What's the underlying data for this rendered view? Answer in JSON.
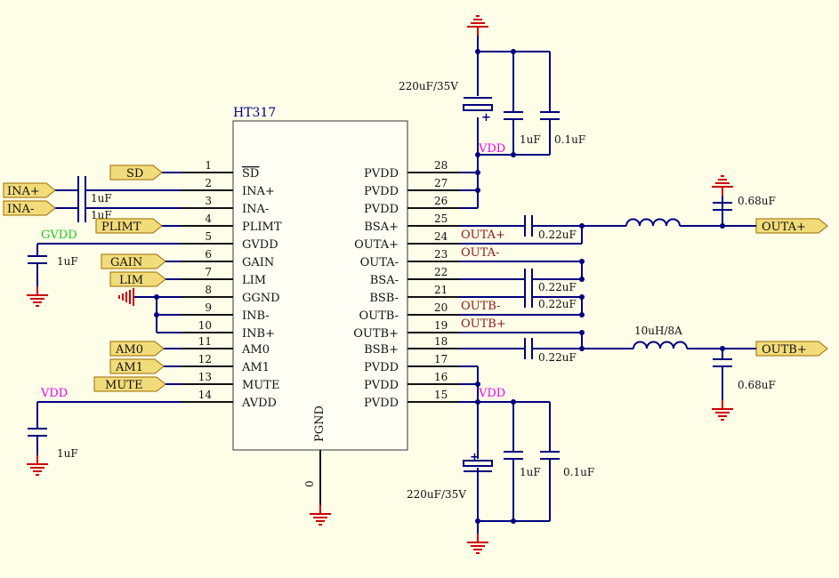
{
  "chip": {
    "name": "HT317",
    "pgnd_label": "PGND",
    "pgnd_pin": "0",
    "left_pins": [
      {
        "num": "1",
        "name": "SD"
      },
      {
        "num": "2",
        "name": "INA+"
      },
      {
        "num": "3",
        "name": "INA-"
      },
      {
        "num": "4",
        "name": "PLIMT"
      },
      {
        "num": "5",
        "name": "GVDD"
      },
      {
        "num": "6",
        "name": "GAIN"
      },
      {
        "num": "7",
        "name": "LIM"
      },
      {
        "num": "8",
        "name": "GGND"
      },
      {
        "num": "9",
        "name": "INB-"
      },
      {
        "num": "10",
        "name": "INB+"
      },
      {
        "num": "11",
        "name": "AM0"
      },
      {
        "num": "12",
        "name": "AM1"
      },
      {
        "num": "13",
        "name": "MUTE"
      },
      {
        "num": "14",
        "name": "AVDD"
      }
    ],
    "right_pins": [
      {
        "num": "28",
        "name": "PVDD"
      },
      {
        "num": "27",
        "name": "PVDD"
      },
      {
        "num": "26",
        "name": "PVDD"
      },
      {
        "num": "25",
        "name": "BSA+"
      },
      {
        "num": "24",
        "name": "OUTA+"
      },
      {
        "num": "23",
        "name": "OUTA-"
      },
      {
        "num": "22",
        "name": "BSA-"
      },
      {
        "num": "21",
        "name": "BSB-"
      },
      {
        "num": "20",
        "name": "OUTB-"
      },
      {
        "num": "19",
        "name": "OUTB+"
      },
      {
        "num": "18",
        "name": "BSB+"
      },
      {
        "num": "17",
        "name": "PVDD"
      },
      {
        "num": "16",
        "name": "PVDD"
      },
      {
        "num": "15",
        "name": "PVDD"
      }
    ]
  },
  "ports": {
    "sd": "SD",
    "ina_p": "INA+",
    "ina_n": "INA-",
    "plimt": "PLIMT",
    "gain": "GAIN",
    "lim": "LIM",
    "am0": "AM0",
    "am1": "AM1",
    "mute": "MUTE",
    "outa_p": "OUTA+",
    "outb_p": "OUTB+"
  },
  "nets": {
    "gvdd": "GVDD",
    "vdd_left": "VDD",
    "vdd_top": "VDD",
    "vdd_bottom": "VDD",
    "outa_p": "OUTA+",
    "outa_n": "OUTA-",
    "outb_n": "OUTB-",
    "outb_p": "OUTB+"
  },
  "components": {
    "c_in_a": "1uF",
    "c_in_b": "1uF",
    "c_gvdd": "1uF",
    "c_avdd": "1uF",
    "c_top_bulk": "220uF/35V",
    "c_top_1": "1uF",
    "c_top_2": "0.1uF",
    "c_bot_bulk": "220uF/35V",
    "c_bot_1": "1uF",
    "c_bot_2": "0.1uF",
    "c_bsa_p": "0.22uF",
    "c_bsa_n": "0.22uF",
    "c_bsb_n": "0.22uF",
    "c_bsb_p": "0.22uF",
    "c_outa": "0.68uF",
    "c_outb": "0.68uF",
    "l_outb": "10uH/8A"
  },
  "colors": {
    "wire": "#000080",
    "ground": "#cc0000",
    "vdd_label": "#ee00ee",
    "gvdd_label": "#22cc22",
    "port_fill": "#f2dc7a",
    "port_stroke": "#9c6a00",
    "net_label": "#8b1a1a",
    "background": "#fdfde8"
  }
}
